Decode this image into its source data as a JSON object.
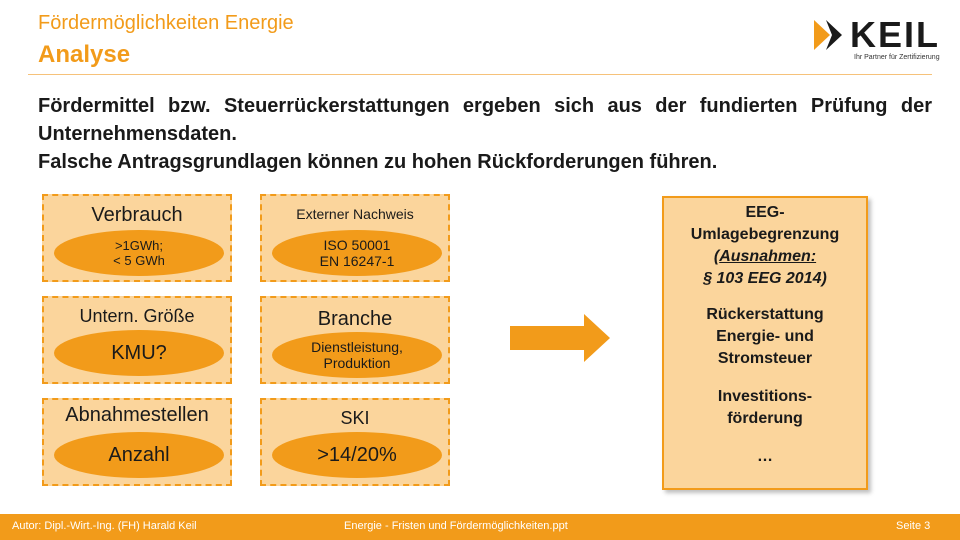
{
  "header": {
    "title": "Fördermöglichkeiten Energie",
    "subtitle": "Analyse"
  },
  "logo": {
    "brand": "KEIL",
    "tagline": "Ihr Partner für Zertifizierung"
  },
  "intro": {
    "line1": "Fördermittel bzw. Steuerrückerstattungen ergeben sich aus der fundierten Prüfung der Unternehmensdaten.",
    "line2": "Falsche Antragsgrundlagen können zu hohen Rückforderungen führen."
  },
  "criteria": [
    {
      "label": "Verbrauch",
      "value_line1": ">1GWh;",
      "value_line2": "< 5 GWh"
    },
    {
      "label": "Unternehmensgröße",
      "label_display": "Untern. Größe",
      "value": "KMU?"
    },
    {
      "label": "Abnahmestellen",
      "value": "Anzahl"
    },
    {
      "label": "Externer Nachweis",
      "value_line1": "ISO 50001",
      "value_line2": "EN 16247-1"
    },
    {
      "label": "Branche",
      "value_line1": "Dienstleistung,",
      "value_line2": "Produktion"
    },
    {
      "label": "SKI",
      "value": ">14/20%"
    }
  ],
  "result": {
    "eeg_line1": "EEG-",
    "eeg_line2": "Umlagebegrenzung",
    "exception_line1_prefix": "(",
    "exception_line1_underlined": "Ausnahmen:",
    "exception_line2": "§ 103 EEG 2014)",
    "refund_line1": "Rückerstattung",
    "refund_line2": "Energie- und",
    "refund_line3": "Stromsteuer",
    "invest_line1": "Investitions-",
    "invest_line2": "förderung",
    "more": "…"
  },
  "footer": {
    "author": "Autor: Dipl.-Wirt.-Ing. (FH) Harald Keil",
    "file": "Energie - Fristen und Fördermöglichkeiten.ppt",
    "page": "Seite 3"
  },
  "colors": {
    "accent": "#f29b1a",
    "box_fill": "#fbd59c",
    "text": "#1a1a1a"
  }
}
